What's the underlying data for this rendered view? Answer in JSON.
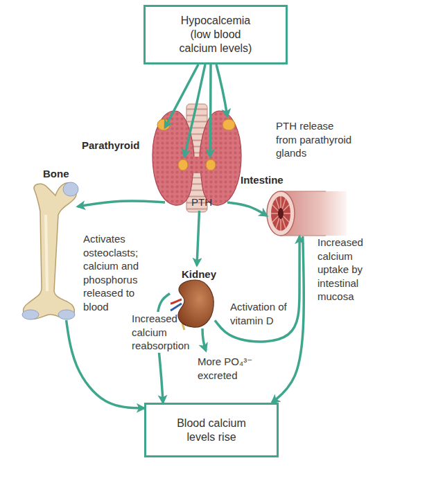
{
  "diagram": {
    "nodes": [
      {
        "text": [
          "Hypocalcemia (low blood calcium levels)"
        ]
      },
      {
        "text": [
          "Parathyroid",
          "PTH"
        ]
      },
      {
        "text": [
          "Bone"
        ]
      },
      {
        "text": [
          "Intestine"
        ]
      },
      {
        "text": [
          "Kidney"
        ]
      },
      {
        "text": [
          "Blood calcium levels rise"
        ]
      }
    ],
    "edges": [
      {
        "from": 0,
        "to": 1,
        "arrow": "to"
      },
      {
        "from": 1,
        "to": 2,
        "arrow": "to"
      },
      {
        "from": 1,
        "to": 4,
        "arrow": "to"
      },
      {
        "from": 1,
        "to": 3,
        "arrow": "to"
      },
      {
        "from": 4,
        "to": 3,
        "label": "Activation of vitamin D",
        "arrow": "to"
      },
      {
        "from": 4,
        "to": 5,
        "label": "Increased calcium reabsorption",
        "arrow": "to"
      },
      {
        "from": 2,
        "to": 5,
        "arrow": "to"
      },
      {
        "from": 3,
        "to": 5,
        "label": "Increased calcium uptake by intestinal mucosa",
        "arrow": "to"
      }
    ],
    "labels": [
      "PTH release from parathyroid glands",
      "Activates osteoclasts; calcium and phosphorus released to blood",
      "More PO₄³⁻ excreted"
    ]
  }
}
